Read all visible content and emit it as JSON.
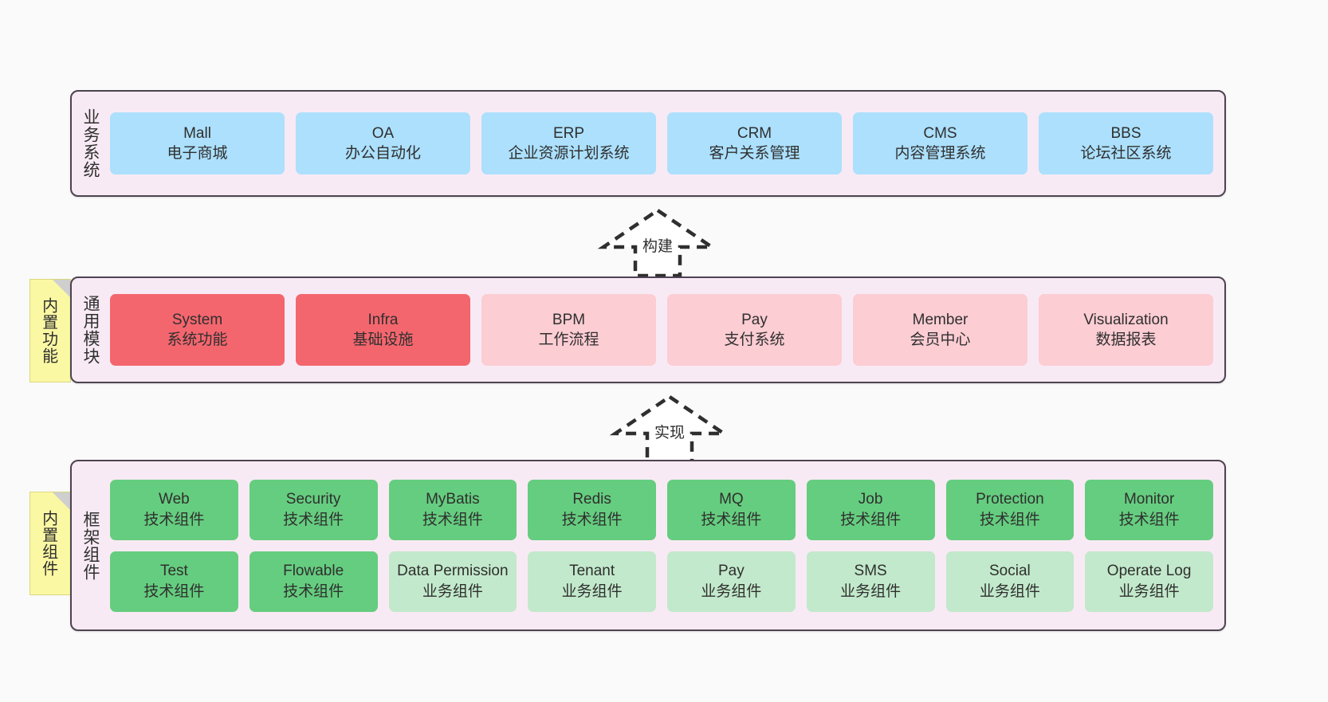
{
  "diagram": {
    "title": "",
    "background": "#fafafa",
    "colors": {
      "layer_background": "#f8eaf4",
      "layer_border": "#4d4351",
      "business": "#ace0fd",
      "module_primary": "#f4666e",
      "module_secondary": "#fccdd3",
      "tech_component": "#65cd7f",
      "biz_component": "#c2e9cb",
      "note": "#fbf8a3",
      "note_fold": "#cfcfcf"
    }
  },
  "layers": [
    {
      "key": "business",
      "title": "业务系统",
      "cards": [
        {
          "name": "Mall",
          "desc": "电子商城"
        },
        {
          "name": "OA",
          "desc": "办公自动化"
        },
        {
          "name": "ERP",
          "desc": "企业资源计划系统"
        },
        {
          "name": "CRM",
          "desc": "客户关系管理"
        },
        {
          "name": "CMS",
          "desc": "内容管理系统"
        },
        {
          "name": "BBS",
          "desc": "论坛社区系统"
        }
      ]
    },
    {
      "key": "modules",
      "title": "通用模块",
      "note": "内置功能",
      "cards": [
        {
          "name": "System",
          "desc": "系统功能",
          "variant": "red"
        },
        {
          "name": "Infra",
          "desc": "基础设施",
          "variant": "red"
        },
        {
          "name": "BPM",
          "desc": "工作流程",
          "variant": "pink"
        },
        {
          "name": "Pay",
          "desc": "支付系统",
          "variant": "pink"
        },
        {
          "name": "Member",
          "desc": "会员中心",
          "variant": "pink"
        },
        {
          "name": "Visualization",
          "desc": "数据报表",
          "variant": "pink"
        }
      ]
    },
    {
      "key": "framework",
      "title": "框架组件",
      "note": "内置组件",
      "row1": [
        {
          "name": "Web",
          "desc": "技术组件"
        },
        {
          "name": "Security",
          "desc": "技术组件"
        },
        {
          "name": "MyBatis",
          "desc": "技术组件"
        },
        {
          "name": "Redis",
          "desc": "技术组件"
        },
        {
          "name": "MQ",
          "desc": "技术组件"
        },
        {
          "name": "Job",
          "desc": "技术组件"
        },
        {
          "name": "Protection",
          "desc": "技术组件"
        },
        {
          "name": "Monitor",
          "desc": "技术组件"
        }
      ],
      "row2": [
        {
          "name": "Test",
          "desc": "技术组件",
          "variant": "green"
        },
        {
          "name": "Flowable",
          "desc": "技术组件",
          "variant": "green"
        },
        {
          "name": "Data Permission",
          "desc": "业务组件",
          "variant": "mint"
        },
        {
          "name": "Tenant",
          "desc": "业务组件",
          "variant": "mint"
        },
        {
          "name": "Pay",
          "desc": "业务组件",
          "variant": "mint"
        },
        {
          "name": "SMS",
          "desc": "业务组件",
          "variant": "mint"
        },
        {
          "name": "Social",
          "desc": "业务组件",
          "variant": "mint"
        },
        {
          "name": "Operate Log",
          "desc": "业务组件",
          "variant": "mint"
        }
      ]
    }
  ],
  "connectors": [
    {
      "key": "build",
      "label": "构建"
    },
    {
      "key": "implement",
      "label": "实现"
    }
  ]
}
